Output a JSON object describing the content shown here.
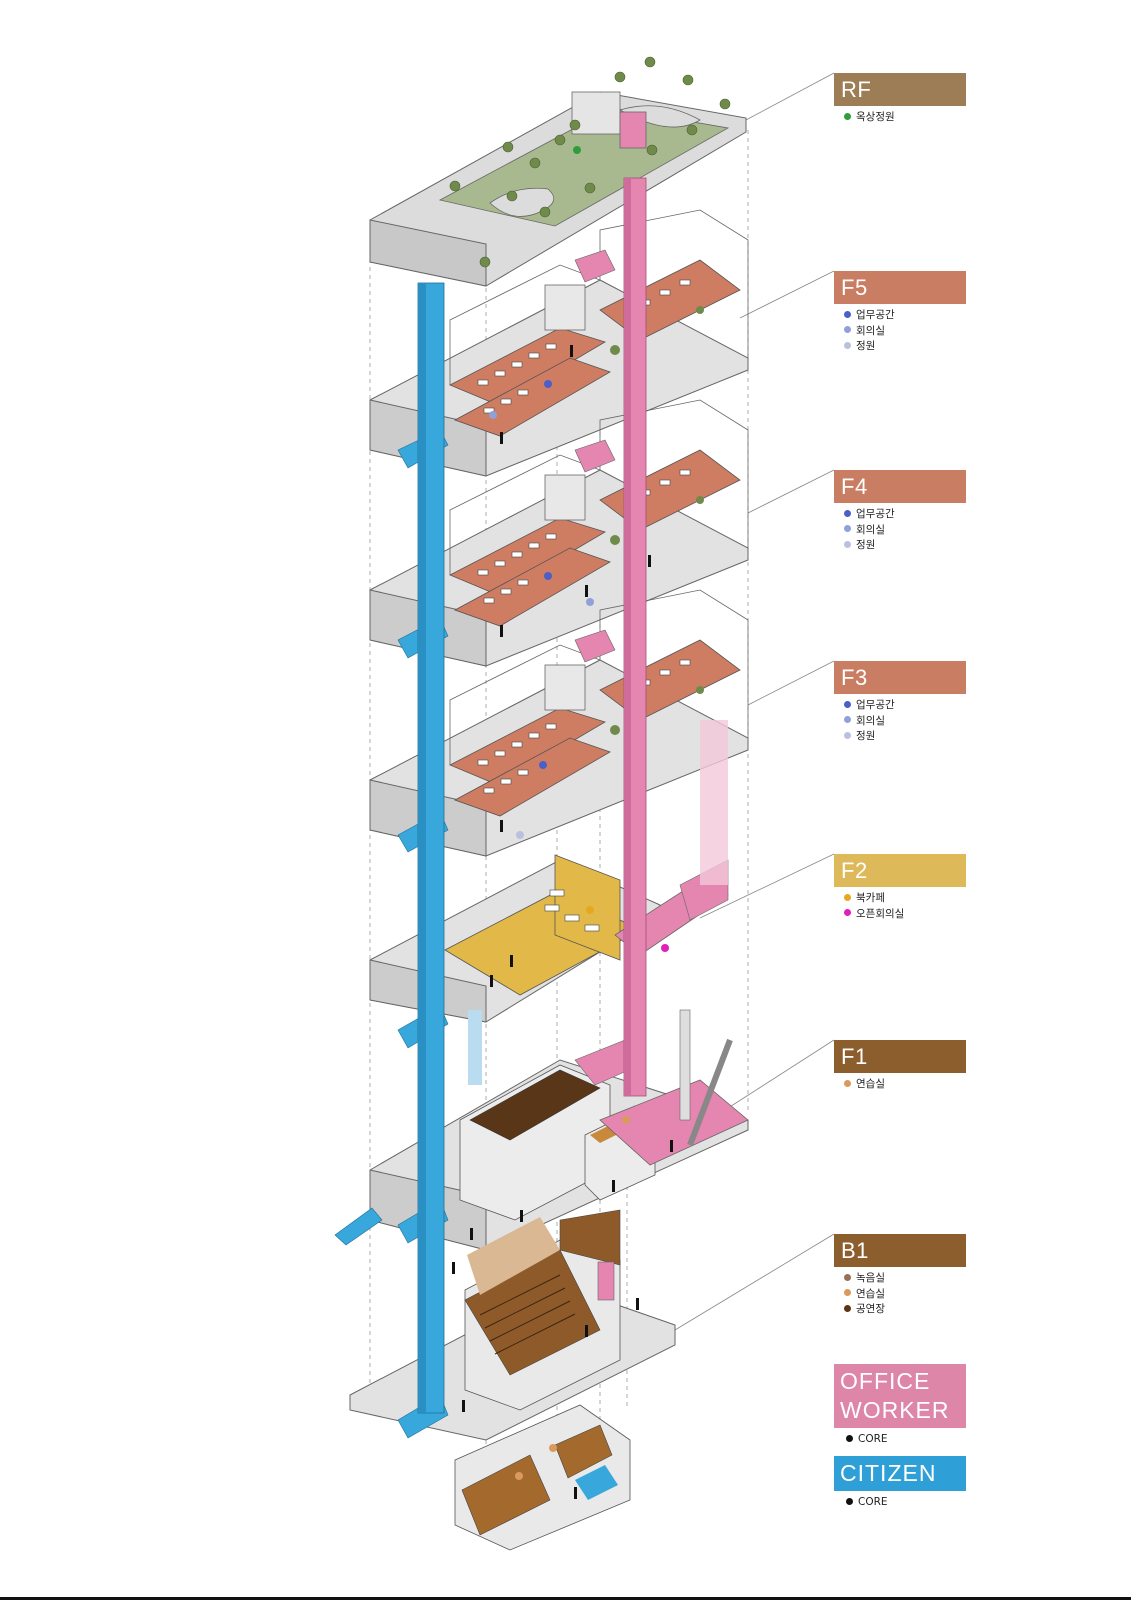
{
  "floors": [
    {
      "id": "rf",
      "name": "RF",
      "color": "#9c7d55",
      "items": [
        {
          "label": "옥상정원",
          "dot": "#2e9e3a"
        }
      ]
    },
    {
      "id": "f5",
      "name": "F5",
      "color": "#c97d63",
      "items": [
        {
          "label": "업무공간",
          "dot": "#4a60c8"
        },
        {
          "label": "회의실",
          "dot": "#8fa1d8"
        },
        {
          "label": "정원",
          "dot": "#b9c1df"
        }
      ]
    },
    {
      "id": "f4",
      "name": "F4",
      "color": "#c97d63",
      "items": [
        {
          "label": "업무공간",
          "dot": "#4a60c8"
        },
        {
          "label": "회의실",
          "dot": "#8fa1d8"
        },
        {
          "label": "정원",
          "dot": "#b9c1df"
        }
      ]
    },
    {
      "id": "f3",
      "name": "F3",
      "color": "#c97d63",
      "items": [
        {
          "label": "업무공간",
          "dot": "#4a60c8"
        },
        {
          "label": "회의실",
          "dot": "#8fa1d8"
        },
        {
          "label": "정원",
          "dot": "#b9c1df"
        }
      ]
    },
    {
      "id": "f2",
      "name": "F2",
      "color": "#ddb95a",
      "items": [
        {
          "label": "북카페",
          "dot": "#e5a820"
        },
        {
          "label": "오픈회의실",
          "dot": "#e020b8"
        }
      ]
    },
    {
      "id": "f1",
      "name": "F1",
      "color": "#8d5e2d",
      "items": [
        {
          "label": "연습실",
          "dot": "#d99a5c"
        }
      ]
    },
    {
      "id": "b1",
      "name": "B1",
      "color": "#8d5e2d",
      "items": [
        {
          "label": "녹음실",
          "dot": "#9a6f58"
        },
        {
          "label": "연습실",
          "dot": "#d99a5c"
        },
        {
          "label": "공연장",
          "dot": "#5c3414"
        }
      ]
    }
  ],
  "office_worker": {
    "line1": "OFFICE",
    "line2": "WORKER",
    "color": "#de86a8",
    "core_label": "CORE",
    "core_dot": "#111111"
  },
  "citizen": {
    "label": "CITIZEN",
    "color": "#2f9fd8",
    "core_label": "CORE",
    "core_dot": "#111111"
  },
  "colors": {
    "citizen_core": "#38a8dc",
    "office_core": "#e486b0",
    "slab": "#d6d6d6",
    "office_floor": "#cf7d62",
    "bookcafe": "#e2b948",
    "hall": "#8e5a29",
    "garden": "#8fa56a"
  }
}
